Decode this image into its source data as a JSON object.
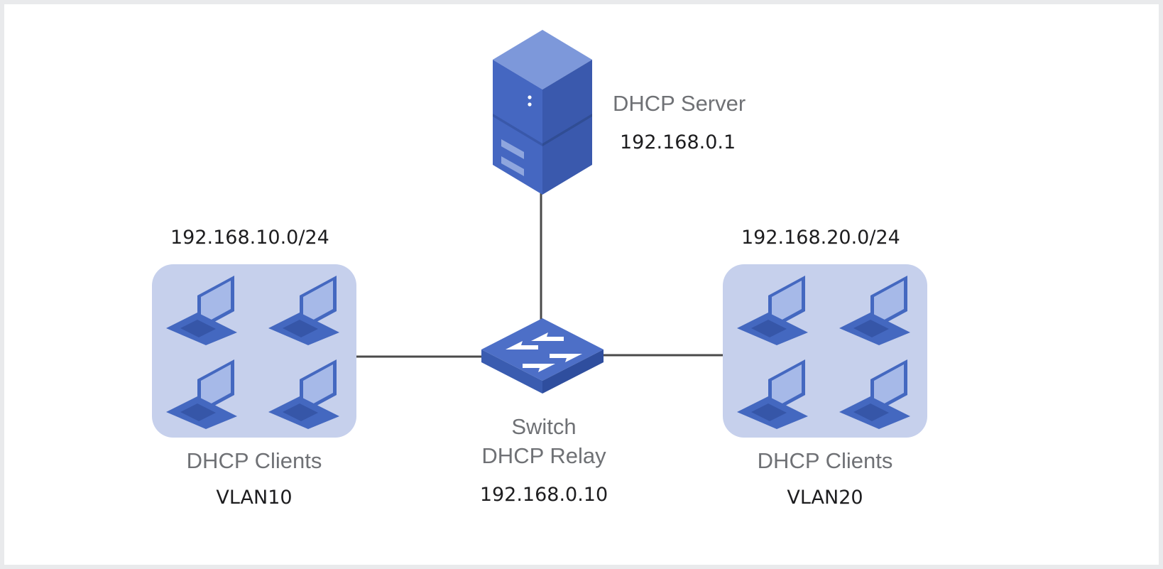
{
  "server": {
    "label": "DHCP Server",
    "ip": "192.168.0.1",
    "icon": "server-icon"
  },
  "switch": {
    "label_line1": "Switch",
    "label_line2": "DHCP Relay",
    "ip": "192.168.0.10",
    "icon": "switch-icon"
  },
  "left_group": {
    "subnet": "192.168.10.0/24",
    "label": "DHCP Clients",
    "vlan": "VLAN10",
    "client_icon": "laptop-icon"
  },
  "right_group": {
    "subnet": "192.168.20.0/24",
    "label": "DHCP Clients",
    "vlan": "VLAN20",
    "client_icon": "laptop-icon"
  },
  "colors": {
    "device_blue": "#4468c0",
    "panel_fill": "#c6d0ec",
    "link_line": "#4a4a4a",
    "label_gray": "#6f7175"
  }
}
